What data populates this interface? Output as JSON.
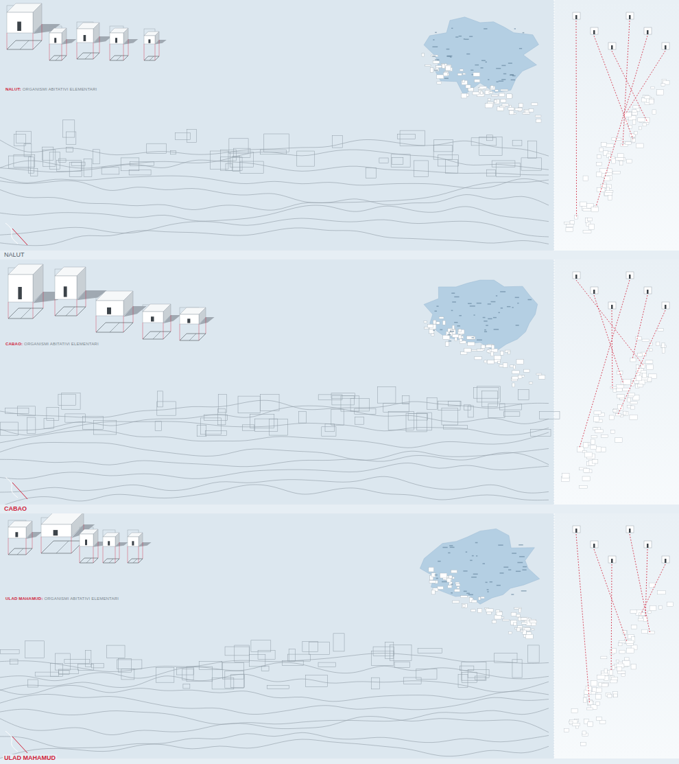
{
  "diagram": {
    "labels": [
      "NALUT: ORGANISMI ABITATIVI ELEMENTARI",
      "NALUT",
      "CABAO: ORGANISMI ABITATIVI ELEMENTARI",
      "CABAO",
      "ULAD MAHAMUD: ORGANISMI ABITATIVI ELEMENTARI",
      "ULAD MAHAMUD"
    ]
  }
}
